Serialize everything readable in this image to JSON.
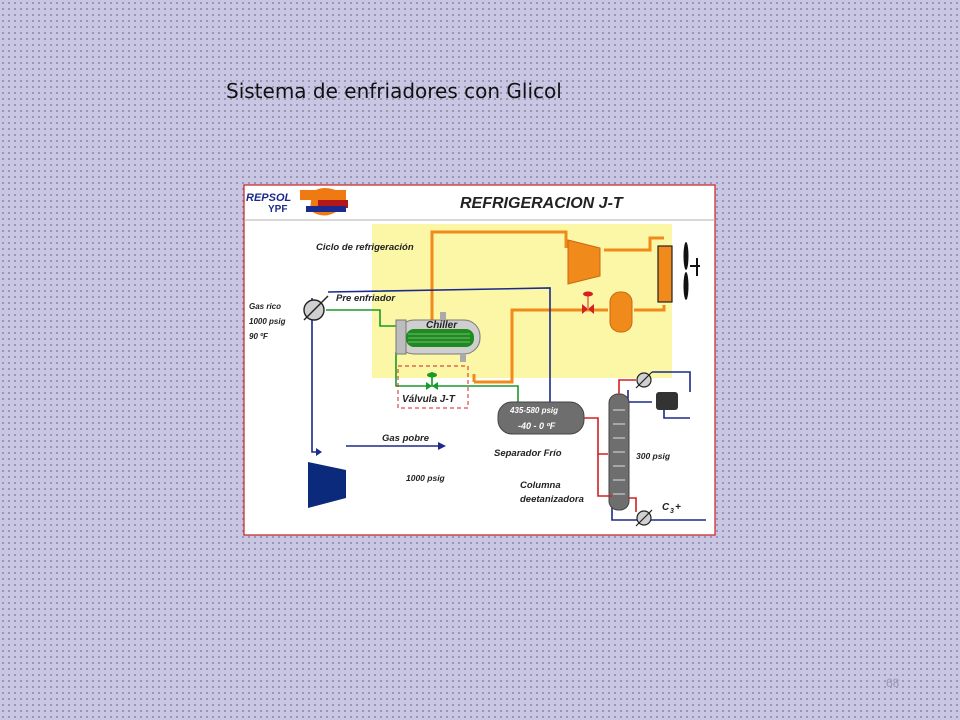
{
  "slide": {
    "title": "Sistema de enfriadores con Glicol",
    "page_number": "68"
  },
  "diagram": {
    "logo": {
      "line1": "REPSOL",
      "line2": "YPF"
    },
    "title": "REFRIGERACION J-T",
    "labels": {
      "refrigeration_cycle": "Ciclo de refrigeración",
      "pre_cooler": "Pre enfriador",
      "rich_gas": "Gas rico",
      "rich_gas_pressure": "1000 psig",
      "rich_gas_temperature": "90 ºF",
      "chiller": "Chiller",
      "jt_valve": "Válvula J-T",
      "separator_pressure": "435-580 psig",
      "separator_temperature": "-40 - 0 ºF",
      "cold_separator": "Separador Frío",
      "lean_gas": "Gas pobre",
      "lean_gas_pressure": "1000 psig",
      "column_pressure": "300 psig",
      "column_line1": "Columna",
      "column_line2": "deetanizadora",
      "c3_main": "C",
      "c3_sub": "3",
      "c3_suffix": "+"
    },
    "colors": {
      "border": "#cc2020",
      "refrigeration_zone": "#fbf7a6",
      "refrigerant_line": "#f08a1a",
      "gas_line": "#1b2a8c",
      "glycol_line": "#1a9a2a",
      "hot_line": "#d42020",
      "equipment_dark": "#0b2a7c",
      "chiller_tube": "#1f8a1f",
      "separator": "#6e6e6e"
    }
  }
}
